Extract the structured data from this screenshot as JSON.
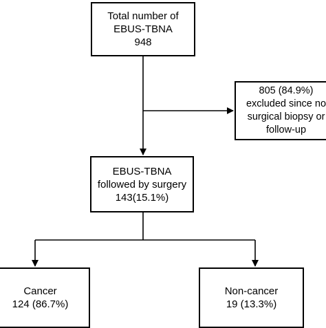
{
  "boxes": {
    "total": {
      "line1": "Total number of",
      "line2": "EBUS-TBNA",
      "line3": "948"
    },
    "excluded": {
      "line1": "805 (84.9%)",
      "line2": "excluded since no",
      "line3": "surgical biopsy or",
      "line4": "follow-up"
    },
    "surgery": {
      "line1": "EBUS-TBNA",
      "line2": "followed by surgery",
      "line3": "143(15.1%)"
    },
    "cancer": {
      "line1": "Cancer",
      "line2": "124 (86.7%)"
    },
    "noncancer": {
      "line1": "Non-cancer",
      "line2": "19 (13.3%)"
    }
  },
  "colors": {
    "stroke": "#000000",
    "background": "#ffffff",
    "text": "#000000"
  }
}
